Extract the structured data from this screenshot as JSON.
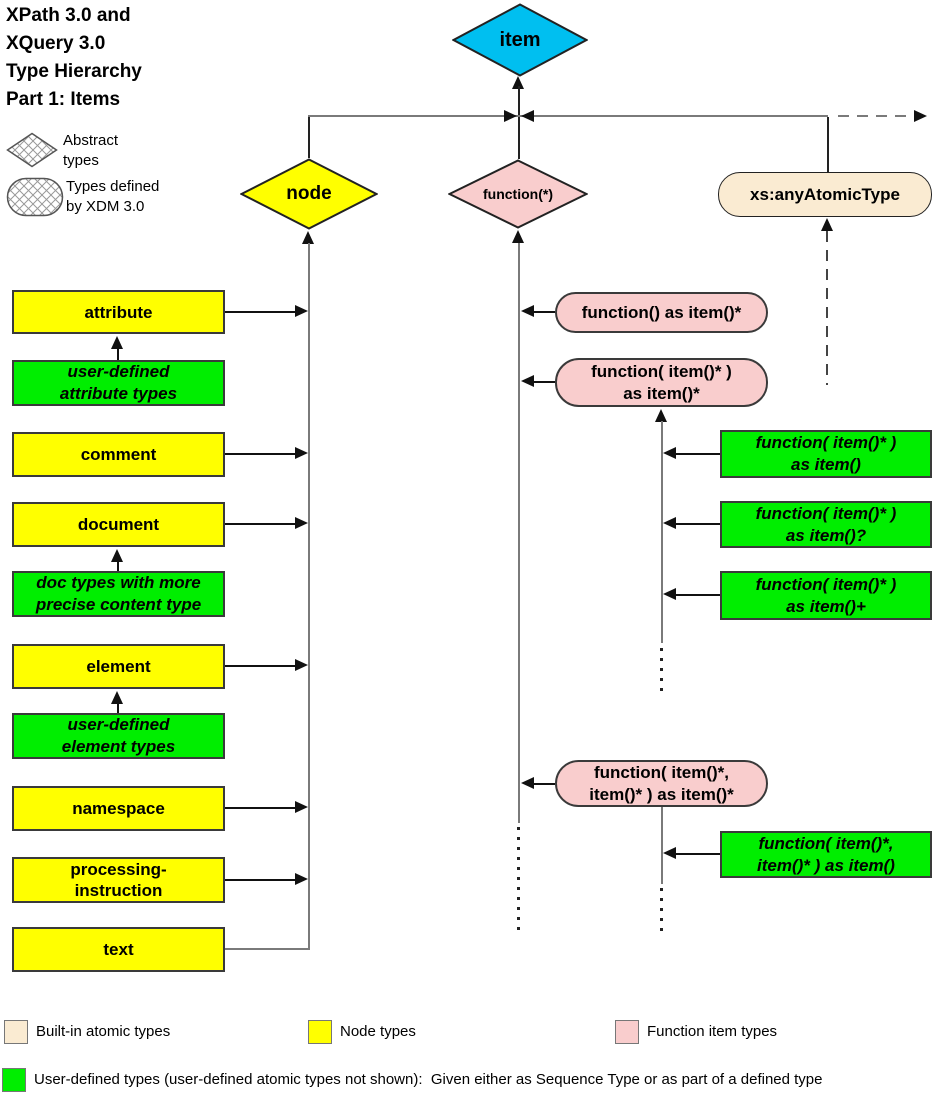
{
  "title": "XPath 3.0 and\nXQuery 3.0\nType Hierarchy\nPart 1: Items",
  "legend_top": {
    "abstract_label": "Abstract\ntypes",
    "xdm_label": "Types defined\nby XDM 3.0"
  },
  "hierarchy": {
    "root": "item",
    "node_diamond": "node",
    "function_diamond": "function(*)",
    "atomic_pill": "xs:anyAtomicType"
  },
  "left_column": [
    {
      "label": "attribute",
      "kind": "node"
    },
    {
      "label": "user-defined\nattribute types",
      "kind": "user-defined"
    },
    {
      "label": "comment",
      "kind": "node"
    },
    {
      "label": "document",
      "kind": "node"
    },
    {
      "label": "doc types with more\nprecise content type",
      "kind": "user-defined"
    },
    {
      "label": "element",
      "kind": "node"
    },
    {
      "label": "user-defined\nelement types",
      "kind": "user-defined"
    },
    {
      "label": "namespace",
      "kind": "node"
    },
    {
      "label": "processing-\ninstruction",
      "kind": "node"
    },
    {
      "label": "text",
      "kind": "node"
    }
  ],
  "function_items": [
    {
      "label": "function() as item()*"
    },
    {
      "label": "function( item()* )\nas item()*"
    },
    {
      "label": "function( item()*,\nitem()* ) as item()*"
    }
  ],
  "user_defined_functions": [
    {
      "label": "function( item()* )\nas item()"
    },
    {
      "label": "function( item()* )\nas item()?"
    },
    {
      "label": "function( item()* )\nas item()+"
    },
    {
      "label": "function( item()*,\nitem()* ) as item()"
    }
  ],
  "legend_bottom": [
    {
      "label": "Built-in atomic types",
      "color": "#FAEBD2"
    },
    {
      "label": "Node types",
      "color": "#FFFF00"
    },
    {
      "label": "Function item types",
      "color": "#F9CDCD"
    },
    {
      "label": "User-defined types (user-defined atomic types not shown):  Given either as Sequence Type or as part of a defined type",
      "color": "#00EE00"
    }
  ],
  "colors": {
    "item": "#00BFF0",
    "node": "#FFFF00",
    "function": "#F9CDCD",
    "atomic": "#FAEBD2",
    "user_defined": "#00EE00"
  }
}
